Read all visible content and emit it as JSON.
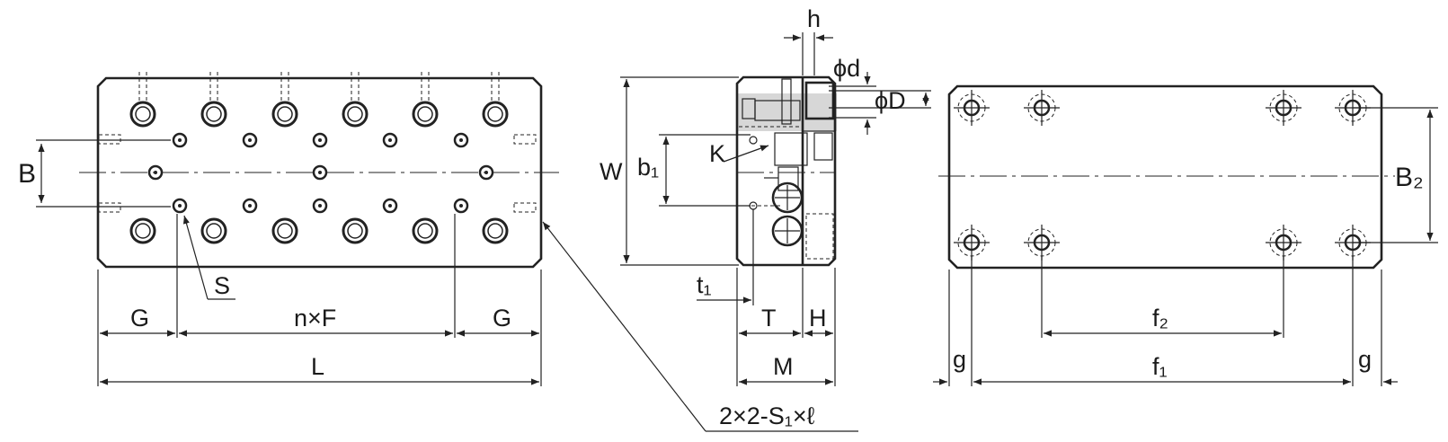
{
  "labels": {
    "B": "B",
    "S": "S",
    "G": "G",
    "nF": "n×F",
    "L": "L",
    "tap": "2×2-S₁×ℓ",
    "h": "h",
    "phi_d": "ϕd",
    "phi_D": "ϕD",
    "W": "W",
    "b1": "b₁",
    "K": "K",
    "t1": "t₁",
    "T": "T",
    "H": "H",
    "M": "M",
    "B2": "B₂",
    "f2": "f₂",
    "f1": "f₁",
    "g": "g"
  },
  "colors": {
    "line": "#222222",
    "shade": "#d7d7d7",
    "background": "#ffffff"
  }
}
